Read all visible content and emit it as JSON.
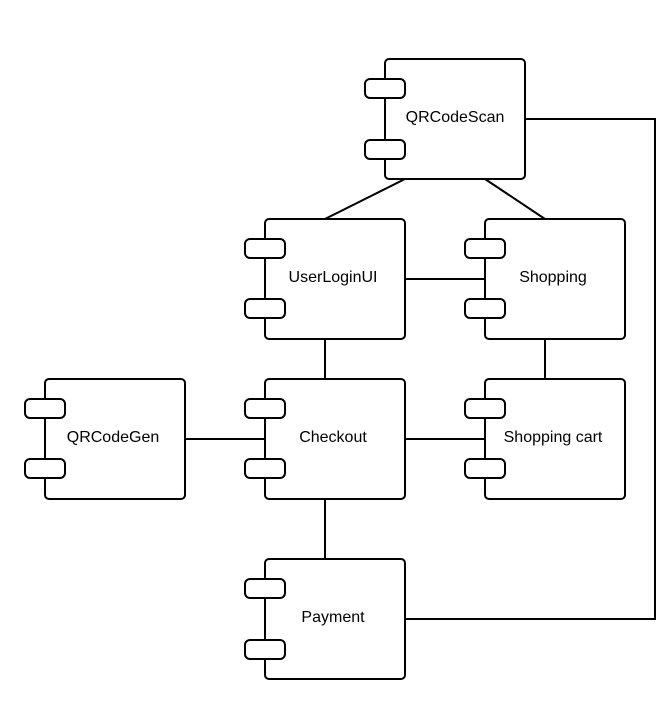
{
  "components": {
    "qrcodescan": {
      "label": "QRCodeScan"
    },
    "userloginui": {
      "label": "UserLoginUI"
    },
    "shopping": {
      "label": "Shopping"
    },
    "qrcodegen": {
      "label": "QRCodeGen"
    },
    "checkout": {
      "label": "Checkout"
    },
    "shopping_cart": {
      "label": "Shopping cart"
    },
    "payment": {
      "label": "Payment"
    }
  },
  "connections": [
    {
      "from": "QRCodeScan",
      "to": "UserLoginUI"
    },
    {
      "from": "QRCodeScan",
      "to": "Shopping"
    },
    {
      "from": "QRCodeScan",
      "to": "Payment"
    },
    {
      "from": "UserLoginUI",
      "to": "Shopping"
    },
    {
      "from": "UserLoginUI",
      "to": "Checkout"
    },
    {
      "from": "Shopping",
      "to": "Shopping cart"
    },
    {
      "from": "QRCodeGen",
      "to": "Checkout"
    },
    {
      "from": "Checkout",
      "to": "Shopping cart"
    },
    {
      "from": "Checkout",
      "to": "Payment"
    }
  ]
}
